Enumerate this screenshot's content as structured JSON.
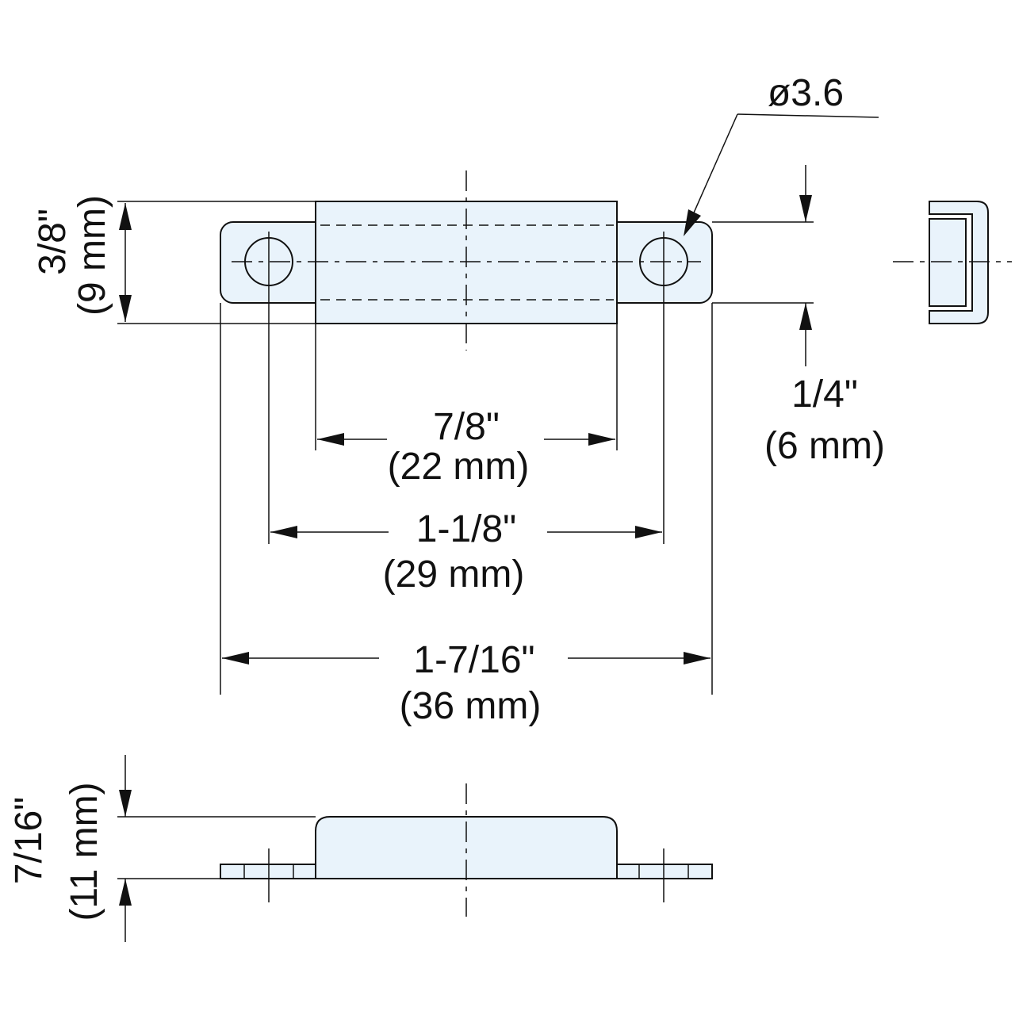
{
  "diameter_label": "ø3.6",
  "dims": {
    "height_in": "3/8\"",
    "height_mm": "(9 mm)",
    "thickness_in": "1/4\"",
    "thickness_mm": "(6 mm)",
    "body_length_in": "7/8\"",
    "body_length_mm": "(22 mm)",
    "hole_spacing_in": "1-1/8\"",
    "hole_spacing_mm": "(29 mm)",
    "overall_length_in": "1-7/16\"",
    "overall_length_mm": "(36 mm)",
    "side_height_in": "7/16\"",
    "side_height_mm": "(11 mm)"
  },
  "colors": {
    "part_fill": "#e9f3fb",
    "line": "#111111"
  }
}
